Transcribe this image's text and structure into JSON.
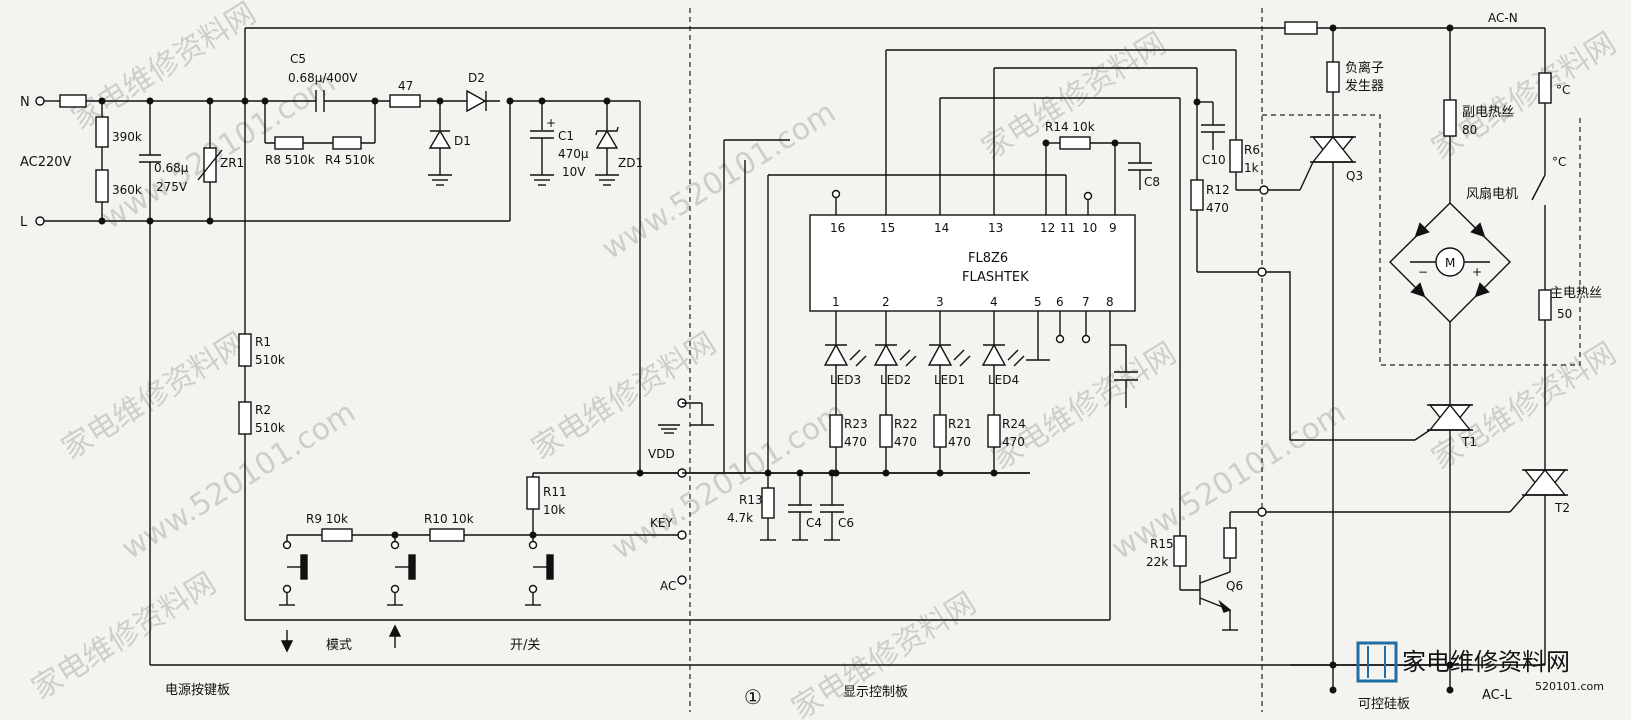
{
  "terminals": {
    "n": "N",
    "l": "L",
    "ac220": "AC220V",
    "acn": "AC-N",
    "acl": "AC-L",
    "vdd": "VDD",
    "key": "KEY",
    "ac": "AC"
  },
  "components": {
    "r390": "390k",
    "r360": "360k",
    "c_x": "0.68μ",
    "c_x_v": "275V",
    "zr1": "ZR1",
    "c5": "C5",
    "c5_val": "0.68μ/400V",
    "r47": "47",
    "d2": "D2",
    "d1": "D1",
    "r8": "R8 510k",
    "r4": "R4 510k",
    "c1": "C1",
    "c1_val": "470μ",
    "c1_v": "10V",
    "zd1": "ZD1",
    "r1": "R1",
    "r1_val": "510k",
    "r2": "R2",
    "r2_val": "510k",
    "r9": "R9 10k",
    "r10": "R10 10k",
    "r11": "R11",
    "r11_val": "10k",
    "r13": "R13",
    "r13_val": "4.7k",
    "c4": "C4",
    "c6": "C6",
    "r14": "R14 10k",
    "c8": "C8",
    "c10": "C10",
    "r6": "R6",
    "r6_val": "1k",
    "r12": "R12",
    "r12_val": "470",
    "r15": "R15",
    "r15_val": "22k",
    "q6": "Q6",
    "q3": "Q3",
    "t1": "T1",
    "t2": "T2",
    "ion_gen_1": "负离子",
    "ion_gen_2": "发生器",
    "aux_heater": "副电热丝",
    "aux_heater_val": "80",
    "fan_motor": "风扇电机",
    "motor": "M",
    "main_heater": "主电热丝",
    "main_heater_val": "50",
    "thermo": "°C"
  },
  "ic": {
    "part": "FL8Z6",
    "maker": "FLASHTEK",
    "top_pins": [
      "16",
      "15",
      "14",
      "13",
      "12",
      "11",
      "10",
      "9"
    ],
    "bottom_pins": [
      "1",
      "2",
      "3",
      "4",
      "5",
      "6",
      "7",
      "8"
    ]
  },
  "leds": [
    {
      "name": "LED3",
      "res": "R23",
      "val": "470"
    },
    {
      "name": "LED2",
      "res": "R22",
      "val": "470"
    },
    {
      "name": "LED1",
      "res": "R21",
      "val": "470"
    },
    {
      "name": "LED4",
      "res": "R24",
      "val": "470"
    }
  ],
  "buttons": {
    "mode": "模式",
    "power": "开/关"
  },
  "sections": {
    "power_key_board": "电源按键板",
    "display_board": "显示控制板",
    "scr_board": "可控硅板"
  },
  "figure_no": "①",
  "watermarks": {
    "text_cn": "家电维修资料网",
    "text_url": "www.520101.com"
  },
  "logo": {
    "text": "家电维修资料网",
    "sub": "520101.com"
  },
  "colors": {
    "line": "#111111",
    "paper": "#f4f3ef",
    "logo": "#1f6fa6"
  }
}
